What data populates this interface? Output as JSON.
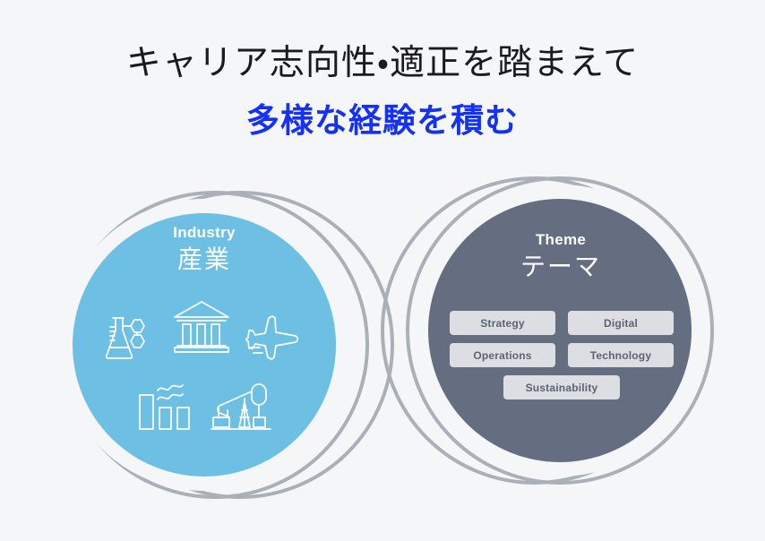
{
  "page": {
    "background_color": "#f5f6f8"
  },
  "heading": {
    "line1": "キャリア志向性・適正を踏まえて",
    "line2": "多様な経験を積む",
    "line1_color": "#1b1b1b",
    "line2_color": "#1431f5"
  },
  "diagram": {
    "left_circle": {
      "label_en": "Industry",
      "label_ja": "産業",
      "fill_color": "#6dc0e4",
      "ring_color": "#8fb9cf",
      "icons": [
        {
          "name": "flask-molecule-icon",
          "meaning": "chemicals"
        },
        {
          "name": "bank-building-icon",
          "meaning": "finance / public sector"
        },
        {
          "name": "airplane-icon",
          "meaning": "aviation / transport"
        },
        {
          "name": "factory-icon",
          "meaning": "manufacturing"
        },
        {
          "name": "oil-pumpjack-icon",
          "meaning": "energy / oil & gas"
        }
      ]
    },
    "right_circle": {
      "label_en": "Theme",
      "label_ja": "テーマ",
      "fill_color": "#646e80",
      "ring_color": "#9ba2ae",
      "tag_bg_color": "#dcdee1",
      "tag_text_color": "#5a6472",
      "tags": [
        [
          "Strategy",
          "Digital"
        ],
        [
          "Operations",
          "Technology"
        ],
        [
          "Sustainability"
        ]
      ]
    }
  }
}
